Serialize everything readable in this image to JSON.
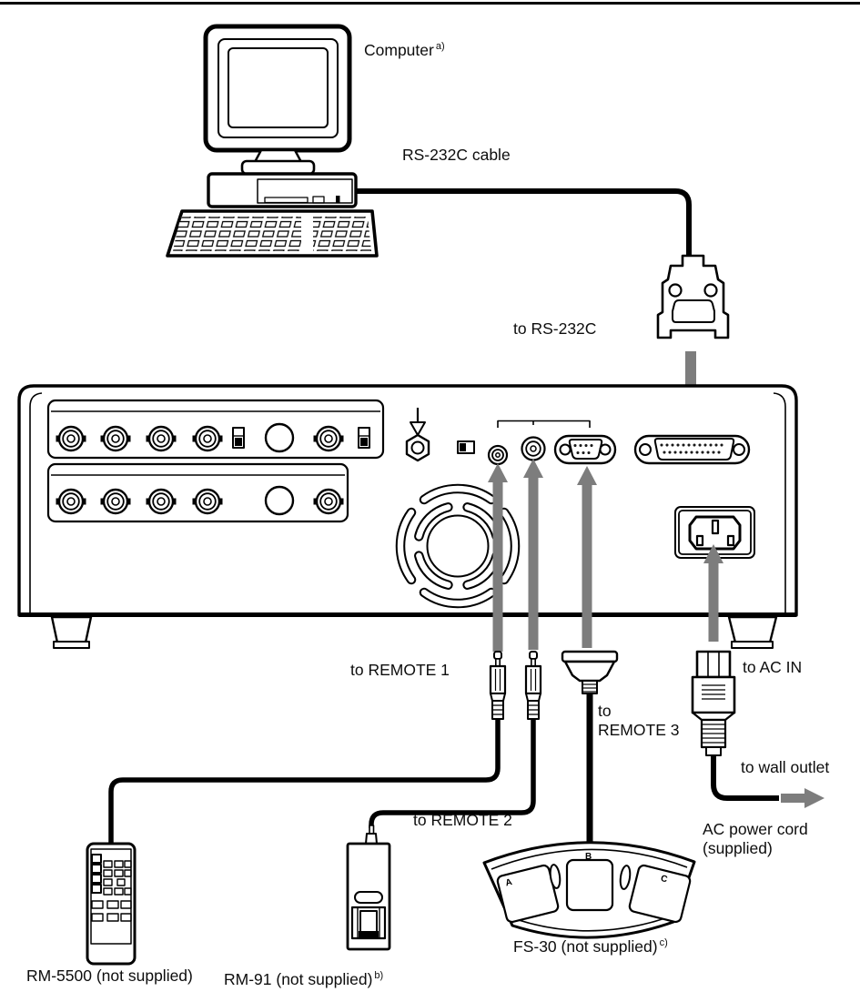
{
  "colors": {
    "ink": "#000000",
    "arrow_gray": "#7d7d7d",
    "background": "#ffffff"
  },
  "labels": {
    "computer": {
      "text": "Computer",
      "footnote": "a)"
    },
    "rs232c_cable": "RS-232C cable",
    "to_rs232c": "to RS-232C",
    "to_remote1": "to REMOTE 1",
    "to_remote2": "to REMOTE 2",
    "to_remote3": {
      "line1": "to",
      "line2": "REMOTE 3"
    },
    "to_ac_in": "to AC IN",
    "to_wall_outlet": "to wall outlet",
    "ac_power_cord": {
      "line1": "AC power cord",
      "line2": "(supplied)"
    },
    "fs30": {
      "text": "FS-30 (not supplied)",
      "footnote": "c)"
    },
    "rm5500": "RM-5500 (not supplied)",
    "rm91": {
      "text": "RM-91 (not supplied)",
      "footnote": "b)"
    },
    "pedals": {
      "a": "A",
      "b": "B",
      "c": "C"
    }
  }
}
